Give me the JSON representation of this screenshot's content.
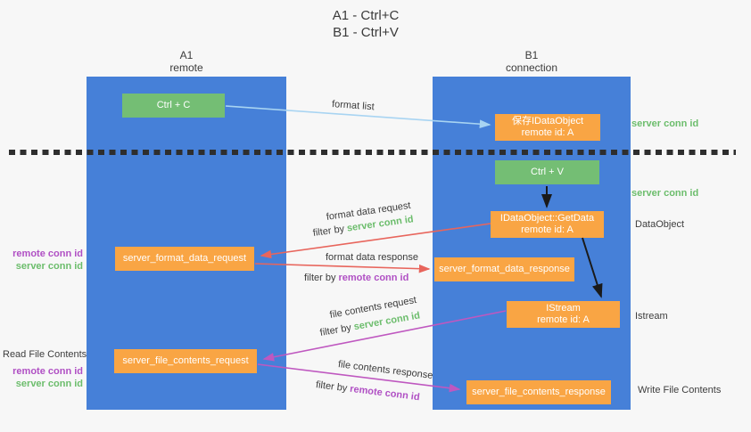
{
  "title": {
    "line1": "A1 - Ctrl+C",
    "line2": "B1 - Ctrl+V"
  },
  "columns": {
    "a1": {
      "name": "A1",
      "subtitle": "remote"
    },
    "b1": {
      "name": "B1",
      "subtitle": "connection"
    }
  },
  "nodes": {
    "ctrl_c": "Ctrl + C",
    "ctrl_v": "Ctrl + V",
    "save_idataobject": {
      "line1": "保存IDataObject",
      "line2": "remote id: A"
    },
    "getdata": {
      "line1": "IDataObject::GetData",
      "line2": "remote id: A"
    },
    "istream": {
      "line1": "IStream",
      "line2": "remote id: A"
    },
    "server_format_data_request": "server_format_data_request",
    "server_format_data_response": "server_format_data_response",
    "server_file_contents_request": "server_file_contents_request",
    "server_file_contents_response": "server_file_contents_response"
  },
  "edge_labels": {
    "format_list": "format list",
    "format_data_request": "format data request",
    "format_data_response": "format data response",
    "file_contents_request": "file contents request",
    "file_contents_response": "file contents response",
    "filter_by": "filter by",
    "server_conn_id": "server conn id",
    "remote_conn_id": "remote conn id"
  },
  "side_labels": {
    "right_server_conn_id_top": "server conn id",
    "right_server_conn_id_mid": "server conn id",
    "data_object": "DataObject",
    "istream": "Istream",
    "write_file_contents": "Write File Contents",
    "read_file_contents": "Read File Contents",
    "format_remote_conn_id": "remote conn id",
    "format_server_conn_id": "server conn id",
    "file_remote_conn_id": "remote conn id",
    "file_server_conn_id": "server conn id"
  },
  "colors": {
    "lane_blue": "#4680d8",
    "box_green": "#74be74",
    "box_orange": "#f9a544",
    "arrow_light_blue": "#a8d4f2",
    "arrow_red": "#e8655c",
    "arrow_purple": "#bf58c0",
    "arrow_black": "#1a1a1a",
    "text_green": "#6cbd6c",
    "text_purple": "#b050c4",
    "background": "#f7f7f7"
  }
}
